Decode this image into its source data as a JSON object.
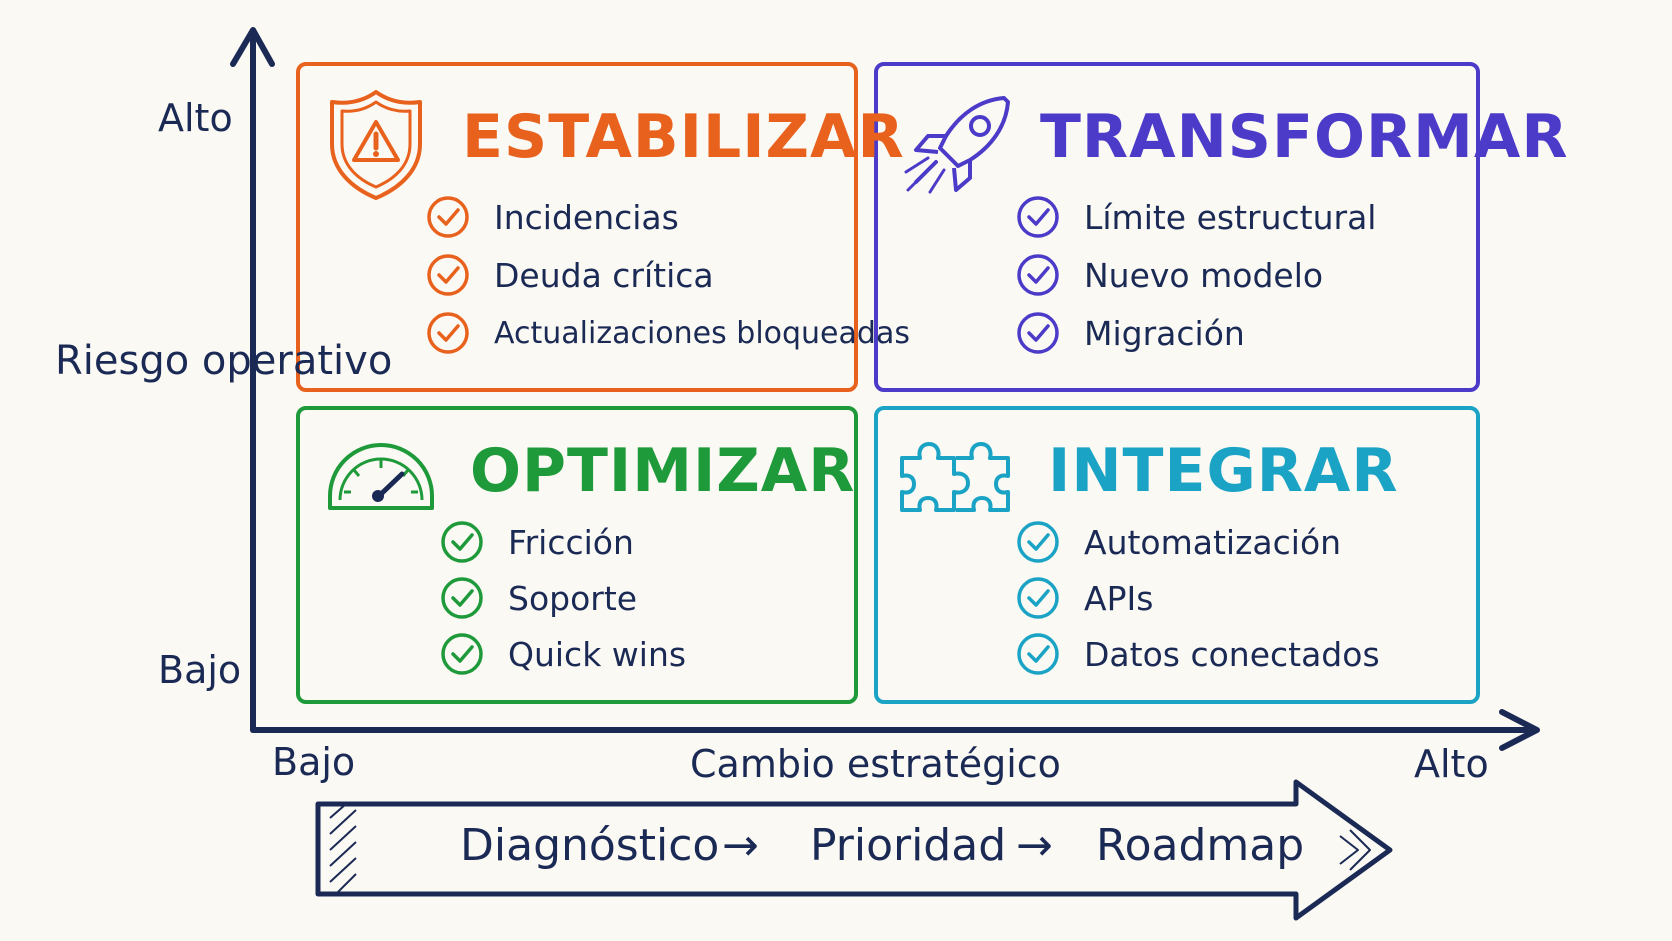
{
  "axes": {
    "y_title": "Riesgo operativo",
    "y_high": "Alto",
    "y_low": "Bajo",
    "x_title": "Cambio estratégico",
    "x_low": "Bajo",
    "x_high": "Alto"
  },
  "quadrants": {
    "stabilize": {
      "title": "ESTABILIZAR",
      "color": "#e8621e",
      "icon": "shield-warning-icon",
      "items": [
        "Incidencias",
        "Deuda crítica",
        "Actualizaciones bloqueadas"
      ]
    },
    "transform": {
      "title": "TRANSFORMAR",
      "color": "#4b3bc8",
      "icon": "rocket-icon",
      "items": [
        "Límite estructural",
        "Nuevo modelo",
        "Migración"
      ]
    },
    "optimize": {
      "title": "OPTIMIZAR",
      "color": "#1e9a3a",
      "icon": "speedometer-icon",
      "items": [
        "Fricción",
        "Soporte",
        "Quick wins"
      ]
    },
    "integrate": {
      "title": "INTEGRAR",
      "color": "#1aa3c4",
      "icon": "puzzle-icon",
      "items": [
        "Automatización",
        "APIs",
        "Datos conectados"
      ]
    }
  },
  "flow": {
    "steps": [
      "Diagnóstico",
      "Prioridad",
      "Roadmap"
    ],
    "separator": "→"
  }
}
